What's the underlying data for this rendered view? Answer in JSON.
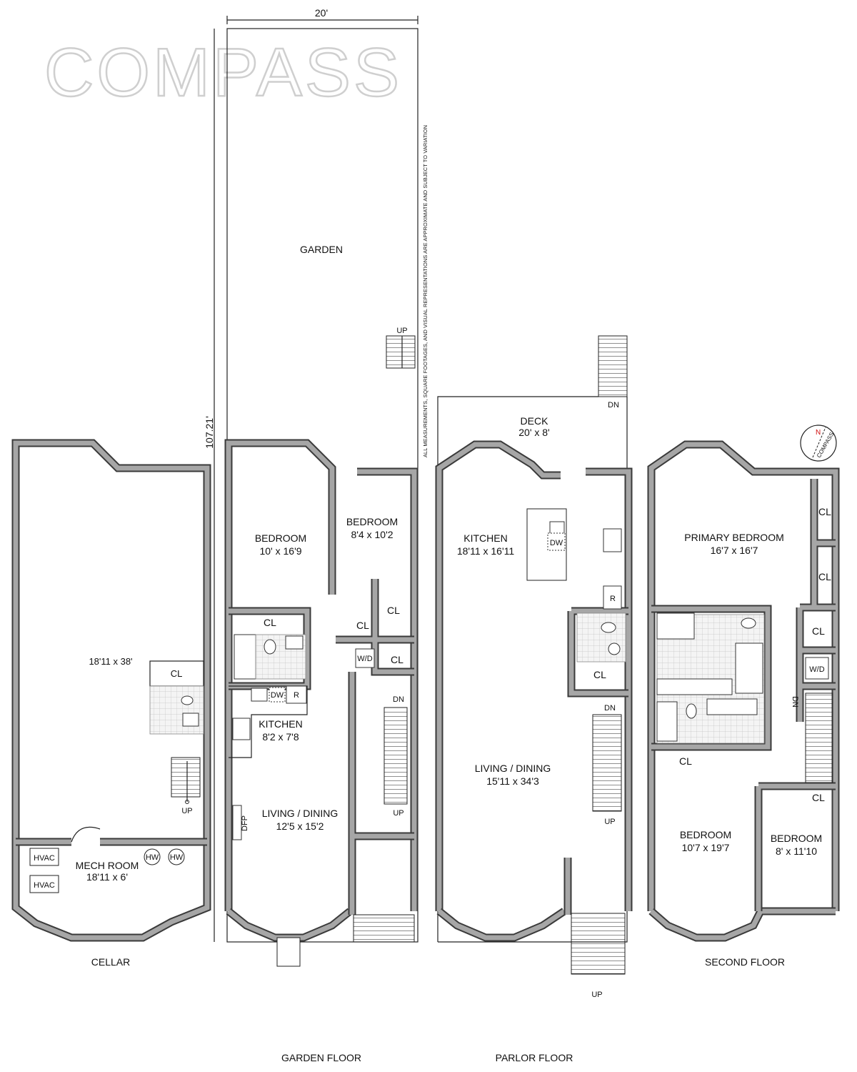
{
  "logo": "COMPASS",
  "disclaimer": "ALL MEASUREMENTS, SQUARE FOOTAGES, AND VISUAL REPRESENTATIONS ARE APPROXIMATE AND SUBJECT TO VARIATION",
  "dimensions": {
    "lot_width": "20'",
    "lot_depth": "107.21'"
  },
  "compass_rose": {
    "label": "COMPASS",
    "north": "N"
  },
  "cellar": {
    "title": "CELLAR",
    "main_room": "18'11 x 38'",
    "closet": "CL",
    "stairs": "UP",
    "mech_room": {
      "name": "MECH ROOM",
      "size": "18'11 x 6'"
    },
    "equipment": [
      "HVAC",
      "HVAC",
      "HW",
      "HW"
    ]
  },
  "garden_floor": {
    "title": "GARDEN FLOOR",
    "garden": "GARDEN",
    "garden_stairs": "UP",
    "rooms": [
      {
        "name": "BEDROOM",
        "size": "10' x 16'9"
      },
      {
        "name": "BEDROOM",
        "size": "8'4 x 10'2"
      },
      {
        "name": "KITCHEN",
        "size": "8'2 x 7'8"
      },
      {
        "name": "LIVING / DINING",
        "size": "12'5 x 15'2"
      }
    ],
    "closets": [
      "CL",
      "CL",
      "CL",
      "CL"
    ],
    "appliances": [
      "DW",
      "R",
      "W/D",
      "DFP"
    ],
    "stairs": [
      "DN",
      "UP"
    ]
  },
  "parlor_floor": {
    "title": "PARLOR FLOOR",
    "deck": {
      "name": "DECK",
      "size": "20' x 8'"
    },
    "rooms": [
      {
        "name": "KITCHEN",
        "size": "18'11 x 16'11"
      },
      {
        "name": "LIVING / DINING",
        "size": "15'11 x 34'3"
      }
    ],
    "closets": [
      "CL"
    ],
    "appliances": [
      "DW",
      "R"
    ],
    "stairs": [
      "DN",
      "DN",
      "UP",
      "UP"
    ]
  },
  "second_floor": {
    "title": "SECOND FLOOR",
    "rooms": [
      {
        "name": "PRIMARY BEDROOM",
        "size": "16'7 x 16'7"
      },
      {
        "name": "BEDROOM",
        "size": "10'7 x 19'7"
      },
      {
        "name": "BEDROOM",
        "size": "8' x 11'10"
      }
    ],
    "closets": [
      "CL",
      "CL",
      "CL",
      "CL",
      "CL"
    ],
    "appliances": [
      "W/D"
    ],
    "stairs": [
      "DN"
    ]
  }
}
